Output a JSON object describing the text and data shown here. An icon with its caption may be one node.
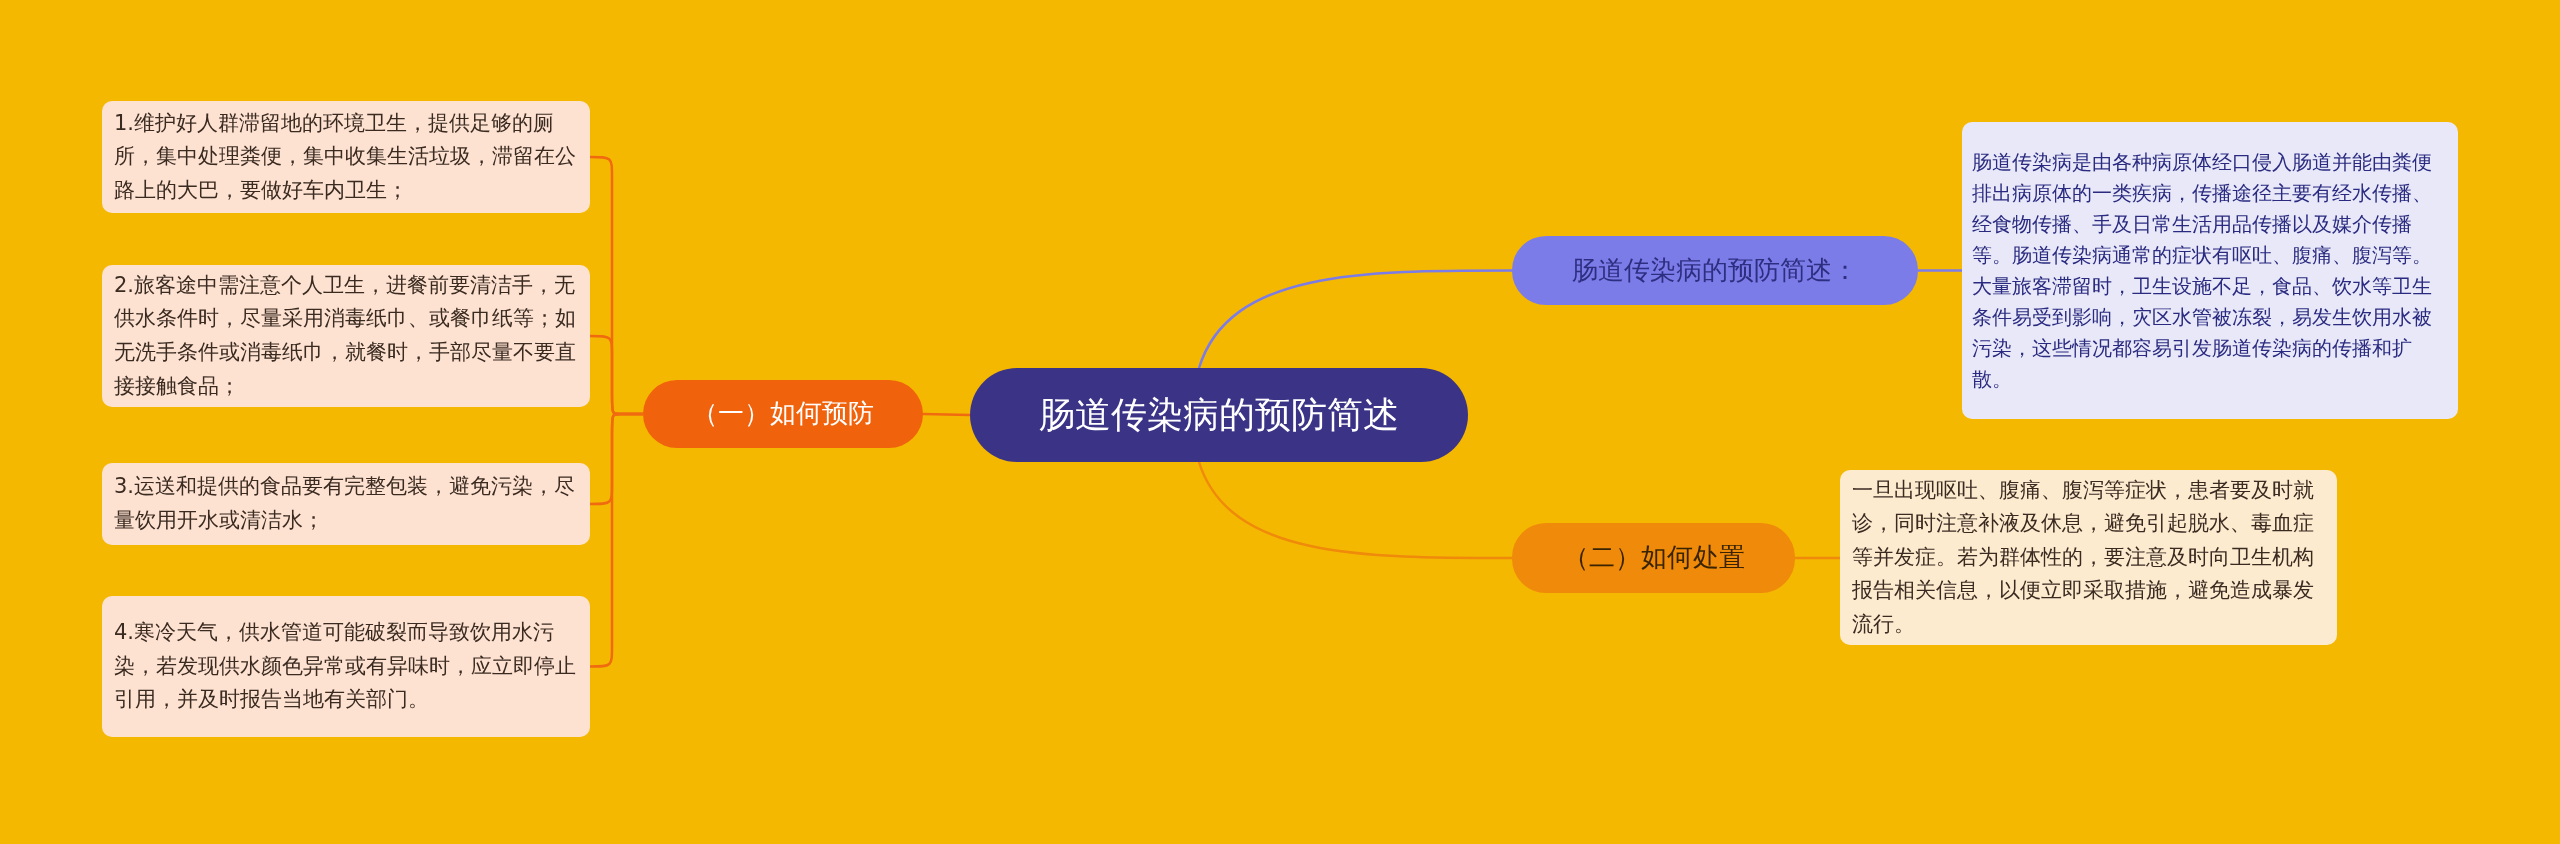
{
  "diagram": {
    "nodes": [
      {
        "text": [
          "肠道传染病的预防简述"
        ]
      },
      {
        "text": [
          "（一）如何预防"
        ]
      },
      {
        "text": [
          "1.维护好人群滞留地的环境卫生，提供足够的厕所，集中处理粪便，集中收集生活垃圾，滞留在公路上的大巴，要做好车内卫生；"
        ]
      },
      {
        "text": [
          "2.旅客途中需注意个人卫生，进餐前要清洁手，无供水条件时，尽量采用消毒纸巾、或餐巾纸等；如无洗手条件或消毒纸巾，就餐时，手部尽量不要直接接触食品；"
        ]
      },
      {
        "text": [
          "3.运送和提供的食品要有完整包装，避免污染，尽量饮用开水或清洁水；"
        ]
      },
      {
        "text": [
          "4.寒冷天气，供水管道可能破裂而导致饮用水污染，若发现供水颜色异常或有异味时，应立即停止引用，并及时报告当地有关部门。"
        ]
      },
      {
        "text": [
          "肠道传染病的预防简述："
        ]
      },
      {
        "text": [
          "肠道传染病是由各种病原体经口侵入肠道并能由粪便排出病原体的一类疾病，传播途径主要有经水传播、经食物传播、手及日常生活用品传播以及媒介传播等。肠道传染病通常的症状有呕吐、腹痛、腹泻等。大量旅客滞留时，卫生设施不足，食品、饮水等卫生条件易受到影响，灾区水管被冻裂，易发生饮用水被污染，这些情况都容易引发肠道传染病的传播和扩散。"
        ]
      },
      {
        "text": [
          "（二）如何处置"
        ]
      },
      {
        "text": [
          "一旦出现呕吐、腹痛、腹泻等症状，患者要及时就诊，同时注意补液及休息，避免引起脱水、毒血症等并发症。若为群体性的，要注意及时向卫生机构报告相关信息，以便立即采取措施，避免造成暴发流行。"
        ]
      }
    ],
    "edges": [
      {
        "from": 0,
        "to": 1,
        "arrow": "none",
        "color": "#f06a10"
      },
      {
        "from": 1,
        "to": 2,
        "arrow": "none",
        "color": "#f06a10"
      },
      {
        "from": 1,
        "to": 3,
        "arrow": "none",
        "color": "#f06a10"
      },
      {
        "from": 1,
        "to": 4,
        "arrow": "none",
        "color": "#f06a10"
      },
      {
        "from": 1,
        "to": 5,
        "arrow": "none",
        "color": "#f06a10"
      },
      {
        "from": 0,
        "to": 6,
        "arrow": "none",
        "color": "#7b7ce8"
      },
      {
        "from": 6,
        "to": 7,
        "arrow": "none",
        "color": "#7b7ce8"
      },
      {
        "from": 0,
        "to": 8,
        "arrow": "none",
        "color": "#ef8a0a"
      },
      {
        "from": 8,
        "to": 9,
        "arrow": "none",
        "color": "#ef8a0a"
      }
    ]
  }
}
